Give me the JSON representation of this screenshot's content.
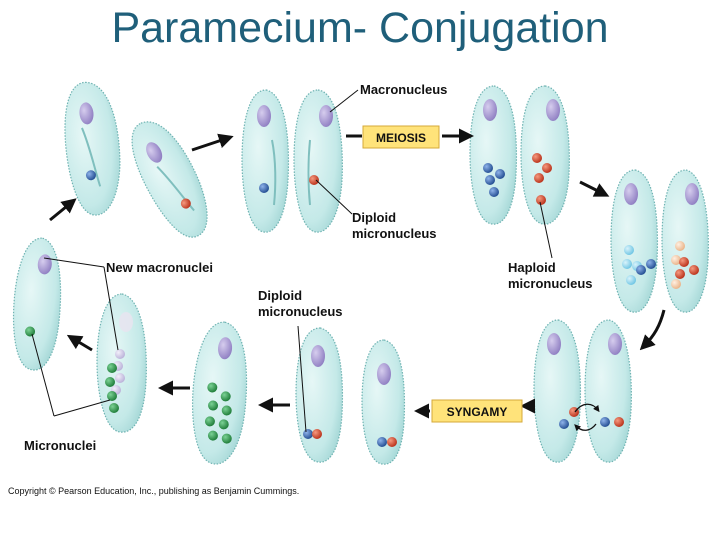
{
  "title": "Paramecium- Conjugation",
  "labels": {
    "macronucleus": "Macronucleus",
    "meiosis": "MEIOSIS",
    "diploid_micronucleus_top": [
      "Diploid",
      "micronucleus"
    ],
    "haploid_micronucleus": [
      "Haploid",
      "micronucleus"
    ],
    "syngamy": "SYNGAMY",
    "diploid_micronucleus_bottom": [
      "Diploid",
      "micronucleus"
    ],
    "new_macronuclei": "New macronuclei",
    "micronuclei": "Micronuclei"
  },
  "copyright": "Copyright © Pearson Education, Inc., publishing as Benjamin Cummings.",
  "colors": {
    "cell_fill": "#c4e9e8",
    "cell_edge": "#7fbfbe",
    "macronucleus": "#a99bd1",
    "blue_nucleus": "#2f5fa8",
    "red_nucleus": "#d9452b",
    "green_nucleus": "#2e9a4e",
    "light_blue_nucleus": "#8fd3ec",
    "peach_nucleus": "#f2c7a3",
    "label_box": "#ffe37a",
    "title": "#1f5f7a"
  }
}
